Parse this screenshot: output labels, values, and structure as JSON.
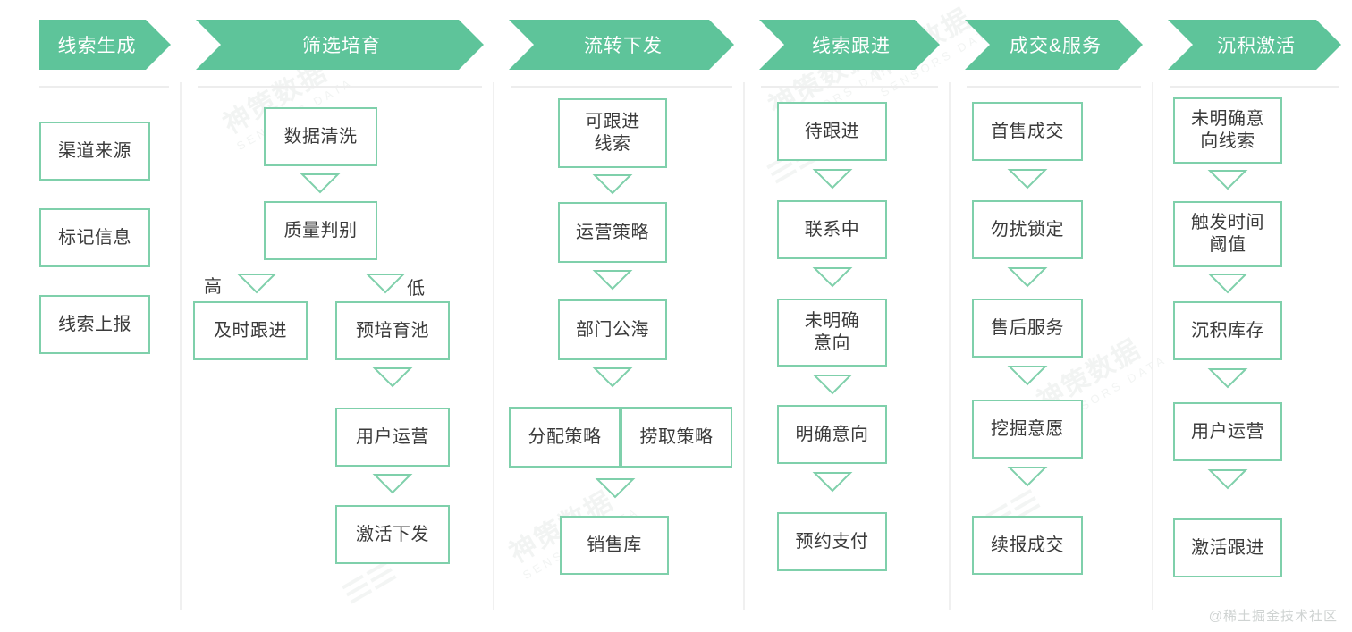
{
  "theme": {
    "banner_green": "#5ec49a",
    "box_border_green": "#7fd0ab",
    "text_dark": "#3b3b3b",
    "divider_gray": "#f0f0f0",
    "watermark_gray": "#f2f4f3"
  },
  "watermark": {
    "brand_cn": "神策数据",
    "brand_en": "SENSORS DATA",
    "slashes": "≡≡",
    "credit": "@稀土掘金技术社区"
  },
  "columns": [
    {
      "id": "lead-generation",
      "header": "线索生成",
      "nodes": [
        {
          "id": "channel-source",
          "label": "渠道来源"
        },
        {
          "id": "mark-info",
          "label": "标记信息"
        },
        {
          "id": "lead-report",
          "label": "线索上报"
        }
      ],
      "branch_labels": []
    },
    {
      "id": "screening-nurturing",
      "header": "筛选培育",
      "nodes": [
        {
          "id": "data-cleaning",
          "label": "数据清洗"
        },
        {
          "id": "quality-judgment",
          "label": "质量判别"
        },
        {
          "id": "timely-followup",
          "label": "及时跟进"
        },
        {
          "id": "pre-nurture-pool",
          "label": "预培育池"
        },
        {
          "id": "user-operation",
          "label": "用户运营"
        },
        {
          "id": "activate-dispatch",
          "label": "激活下发"
        }
      ],
      "branch_labels": [
        {
          "id": "high",
          "label": "高"
        },
        {
          "id": "low",
          "label": "低"
        }
      ]
    },
    {
      "id": "circulation-dispatch",
      "header": "流转下发",
      "nodes": [
        {
          "id": "followable-leads",
          "label": "可跟进\n线索"
        },
        {
          "id": "operation-strategy",
          "label": "运营策略"
        },
        {
          "id": "dept-public-pool",
          "label": "部门公海"
        },
        {
          "id": "allocation-strategy",
          "label": "分配策略"
        },
        {
          "id": "fetch-strategy",
          "label": "捞取策略"
        },
        {
          "id": "sales-pool",
          "label": "销售库"
        }
      ],
      "branch_labels": []
    },
    {
      "id": "lead-followup",
      "header": "线索跟进",
      "nodes": [
        {
          "id": "pending-followup",
          "label": "待跟进"
        },
        {
          "id": "contacting",
          "label": "联系中"
        },
        {
          "id": "unclear-intent",
          "label": "未明确\n意向"
        },
        {
          "id": "clear-intent",
          "label": "明确意向"
        },
        {
          "id": "reserved-payment",
          "label": "预约支付"
        }
      ],
      "branch_labels": []
    },
    {
      "id": "deal-and-service",
      "header": "成交&服务",
      "nodes": [
        {
          "id": "first-sale-deal",
          "label": "首售成交"
        },
        {
          "id": "dnd-lock",
          "label": "勿扰锁定"
        },
        {
          "id": "after-sales",
          "label": "售后服务"
        },
        {
          "id": "mine-willingness",
          "label": "挖掘意愿"
        },
        {
          "id": "renewal-deal",
          "label": "续报成交"
        }
      ],
      "branch_labels": []
    },
    {
      "id": "dormant-reactivation",
      "header": "沉积激活",
      "nodes": [
        {
          "id": "unclear-intent-lead",
          "label": "未明确意\n向线索"
        },
        {
          "id": "trigger-time-threshold",
          "label": "触发时间\n阈值"
        },
        {
          "id": "dormant-inventory",
          "label": "沉积库存"
        },
        {
          "id": "user-operation-2",
          "label": "用户运营"
        },
        {
          "id": "activate-followup",
          "label": "激活跟进"
        }
      ],
      "branch_labels": []
    }
  ]
}
